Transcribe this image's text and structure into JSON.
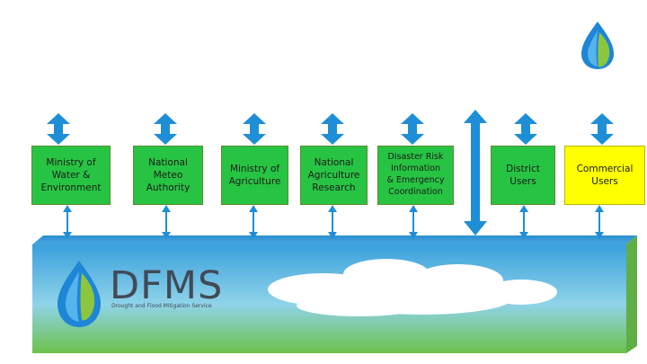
{
  "logo": {
    "icon": "water-leaf-drop-icon",
    "colors": [
      "#1e86d6",
      "#56b4ec",
      "#8cc63f"
    ]
  },
  "stakeholders": [
    {
      "id": "water",
      "label": "Ministry of\nWater &\nEnvironment",
      "color": "#27c443"
    },
    {
      "id": "meteo",
      "label": "National\nMeteo\nAuthority",
      "color": "#27c443"
    },
    {
      "id": "agriculture",
      "label": "Ministry of\nAgriculture",
      "color": "#27c443"
    },
    {
      "id": "agri-research",
      "label": "National\nAgriculture\nResearch",
      "color": "#27c443"
    },
    {
      "id": "disaster",
      "label": "Disaster Risk\nInformation\n& Emergency\nCoordination",
      "color": "#27c443"
    },
    {
      "id": "district",
      "label": "District\nUsers",
      "color": "#27c443"
    },
    {
      "id": "commercial",
      "label": "Commercial\nUsers",
      "color": "#ffff00"
    }
  ],
  "platform": {
    "title": "DFMS",
    "subtitle": "Drought and Flood Mitigation Service",
    "gradient": [
      "#3aa0dc",
      "#8fd3e9",
      "#6cc24a"
    ],
    "element": "cloud"
  },
  "colors": {
    "arrow": "#1e8fd6",
    "box_green": "#27c443",
    "box_yellow": "#ffff00"
  }
}
